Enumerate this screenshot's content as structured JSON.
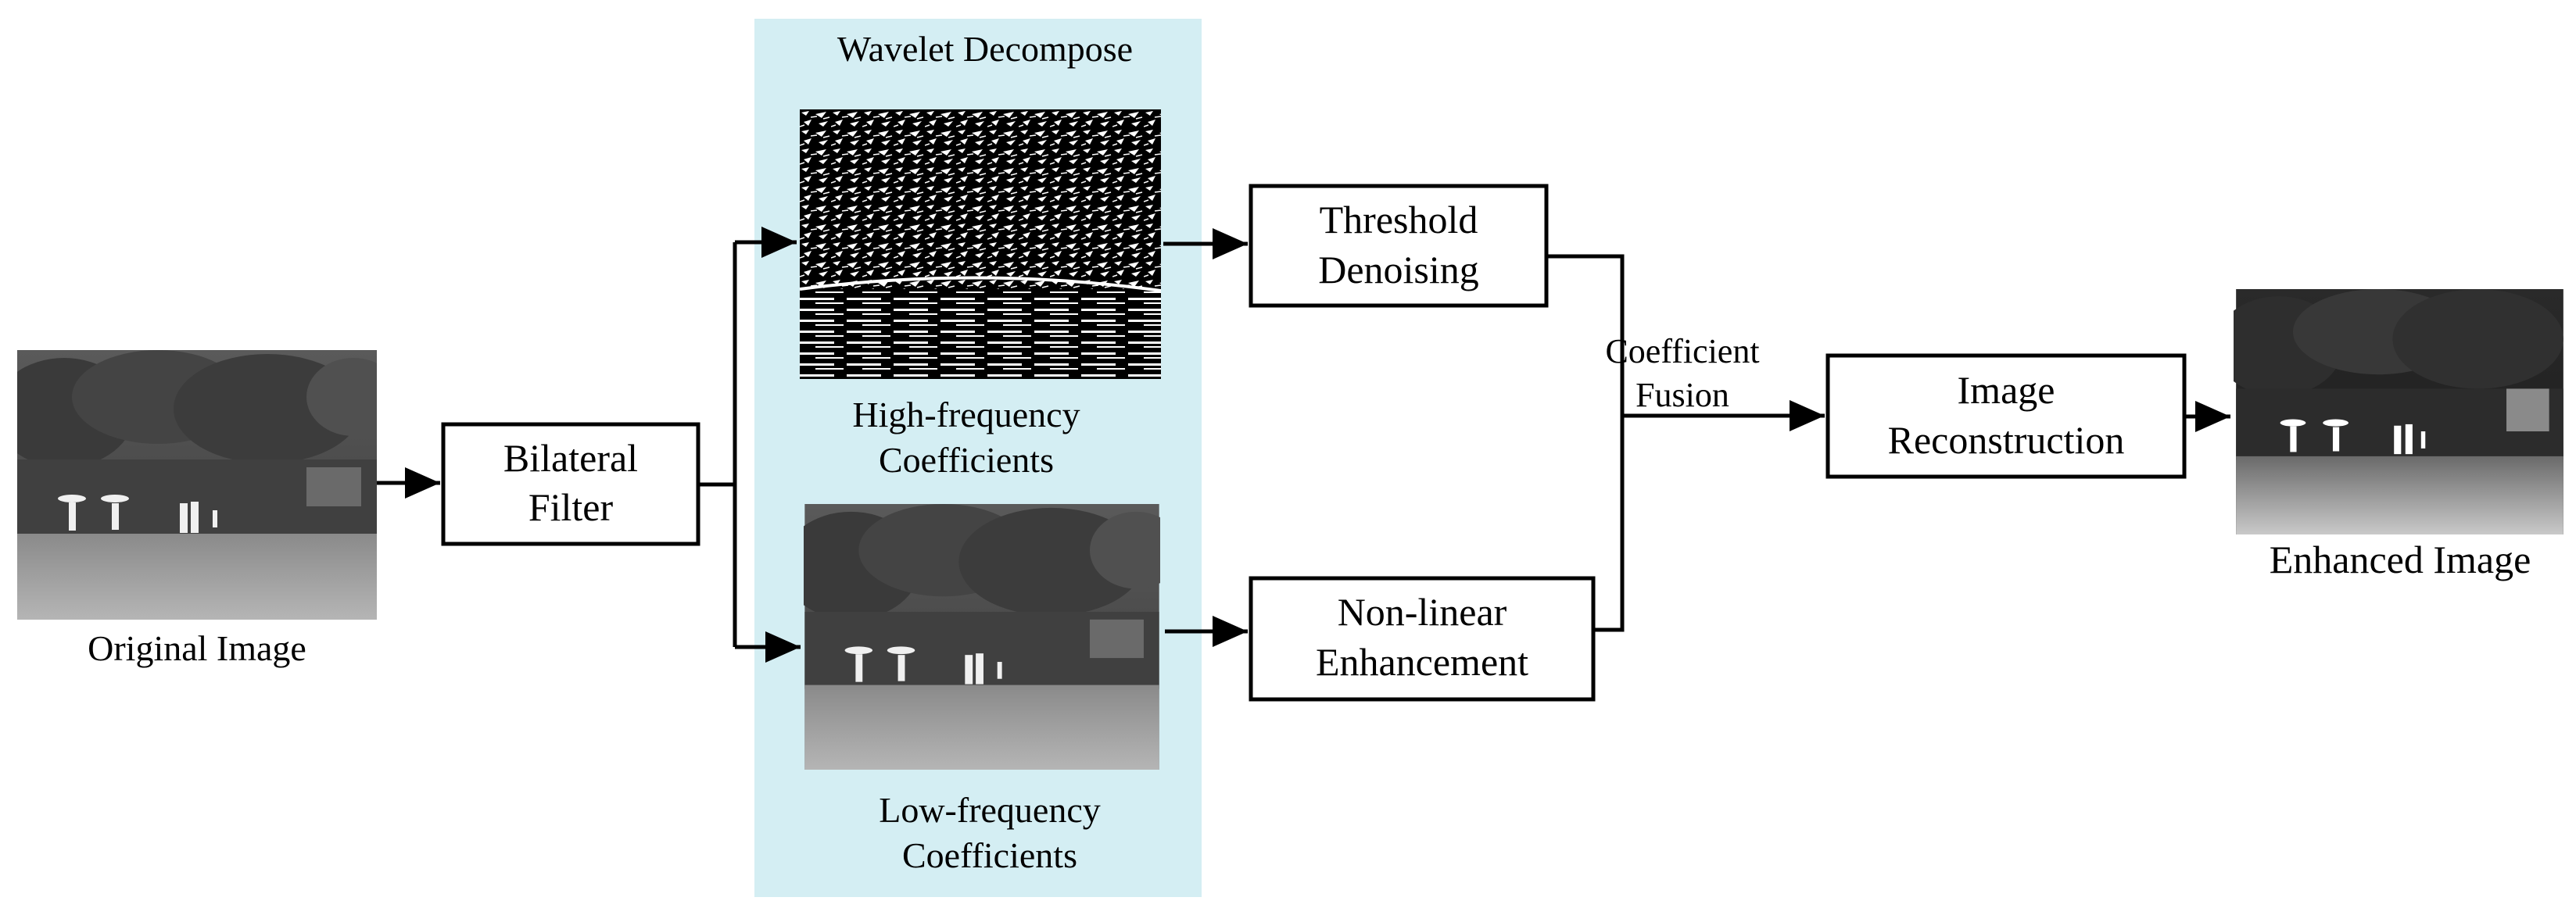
{
  "colors": {
    "panel": "#d4eef3",
    "line": "#000000",
    "box_fill": "#ffffff"
  },
  "images": {
    "original": {
      "caption": "Original Image",
      "content": "infrared scene with trees, pedestrians with umbrellas and wet ground"
    },
    "high_freq": {
      "caption_line1": "High-frequency",
      "caption_line2": "Coefficients",
      "content": "black and white detail coefficient map"
    },
    "low_freq": {
      "caption_line1": "Low-frequency",
      "caption_line2": "Coefficients",
      "content": "smoothed infrared scene"
    },
    "enhanced": {
      "caption": "Enhanced Image",
      "content": "contrast-enhanced infrared scene"
    }
  },
  "panel": {
    "title": "Wavelet Decompose"
  },
  "boxes": {
    "bilateral": {
      "line1": "Bilateral",
      "line2": "Filter"
    },
    "threshold": {
      "line1": "Threshold",
      "line2": "Denoising"
    },
    "nonlinear": {
      "line1": "Non-linear",
      "line2": "Enhancement"
    },
    "reconstruction": {
      "line1": "Image",
      "line2": "Reconstruction"
    }
  },
  "fusion": {
    "line1": "Coefficient",
    "line2": "Fusion"
  }
}
